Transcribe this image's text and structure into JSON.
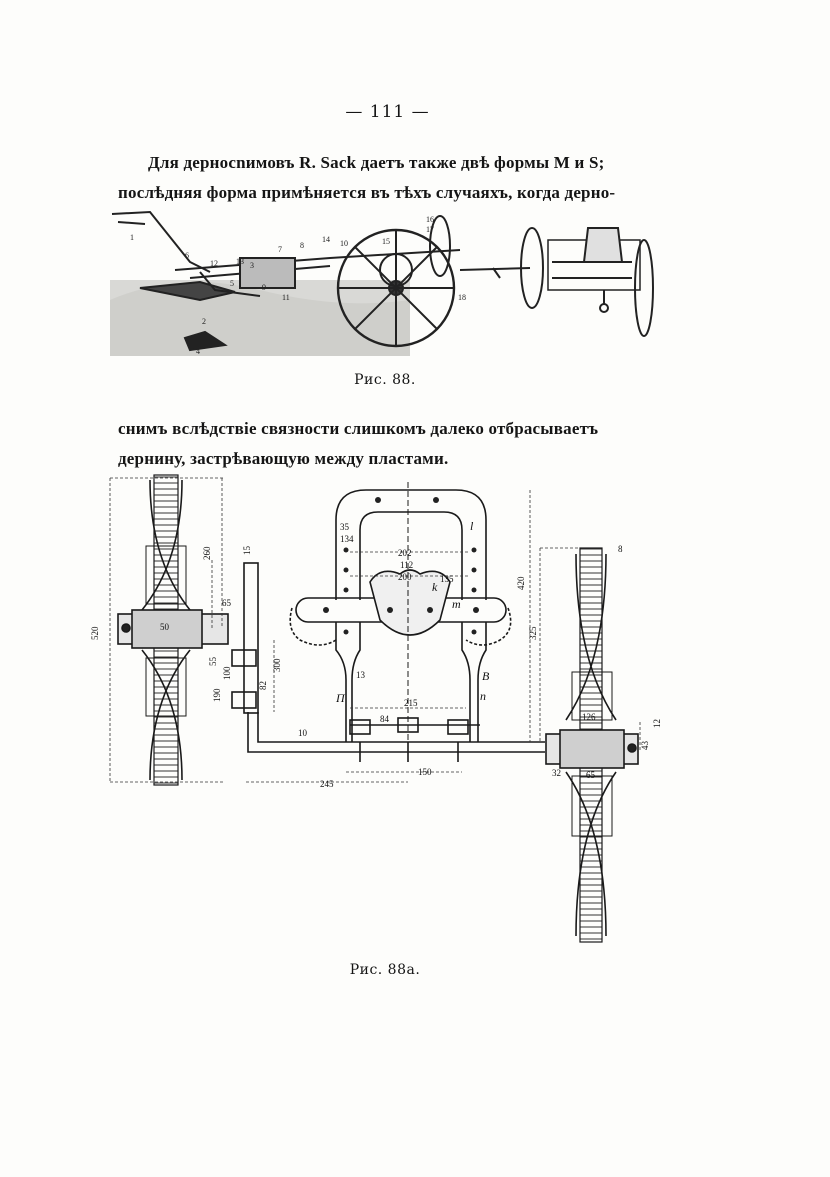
{
  "page": {
    "number": "— 111 —"
  },
  "paragraph_1": {
    "line_1": "Для дерносnимовъ R. Sack даетъ также двѣ формы M и S;",
    "line_2": "послѣдняя форма примѣняется въ тѣхъ случаяхъ, когда дерно-"
  },
  "figure_88": {
    "caption": "Рис. 88.",
    "labels": [
      "1",
      "2",
      "3",
      "4",
      "5",
      "6",
      "7",
      "8",
      "9",
      "10",
      "11",
      "12",
      "13",
      "14",
      "15",
      "16",
      "17",
      "18"
    ]
  },
  "paragraph_2": {
    "line_1": "снимъ вслѣдствіе связности слишкомъ далеко отбрасываетъ",
    "line_2": "дернину, застрѣвающую между пластами."
  },
  "figure_88a": {
    "caption": "Рис. 88а.",
    "dimensions": {
      "d520": "520",
      "d260": "260",
      "d65": "65",
      "d15": "15",
      "d35": "35",
      "d134": "134",
      "d300": "300",
      "d82": "82",
      "d190": "190",
      "d100": "100",
      "d55": "55",
      "d202": "202",
      "d112": "112",
      "d200": "200",
      "d135": "135",
      "d420": "420",
      "d325": "325",
      "d13": "13",
      "d215": "215",
      "d84": "84",
      "d10": "10",
      "d150": "150",
      "d245": "245",
      "d126": "126",
      "d43": "43",
      "d12": "12",
      "d8": "8",
      "d32": "32",
      "d65b": "65",
      "d50": "50"
    },
    "letters": {
      "k": "k",
      "m": "m",
      "l": "l",
      "n": "n",
      "b": "B",
      "h": "П"
    }
  }
}
